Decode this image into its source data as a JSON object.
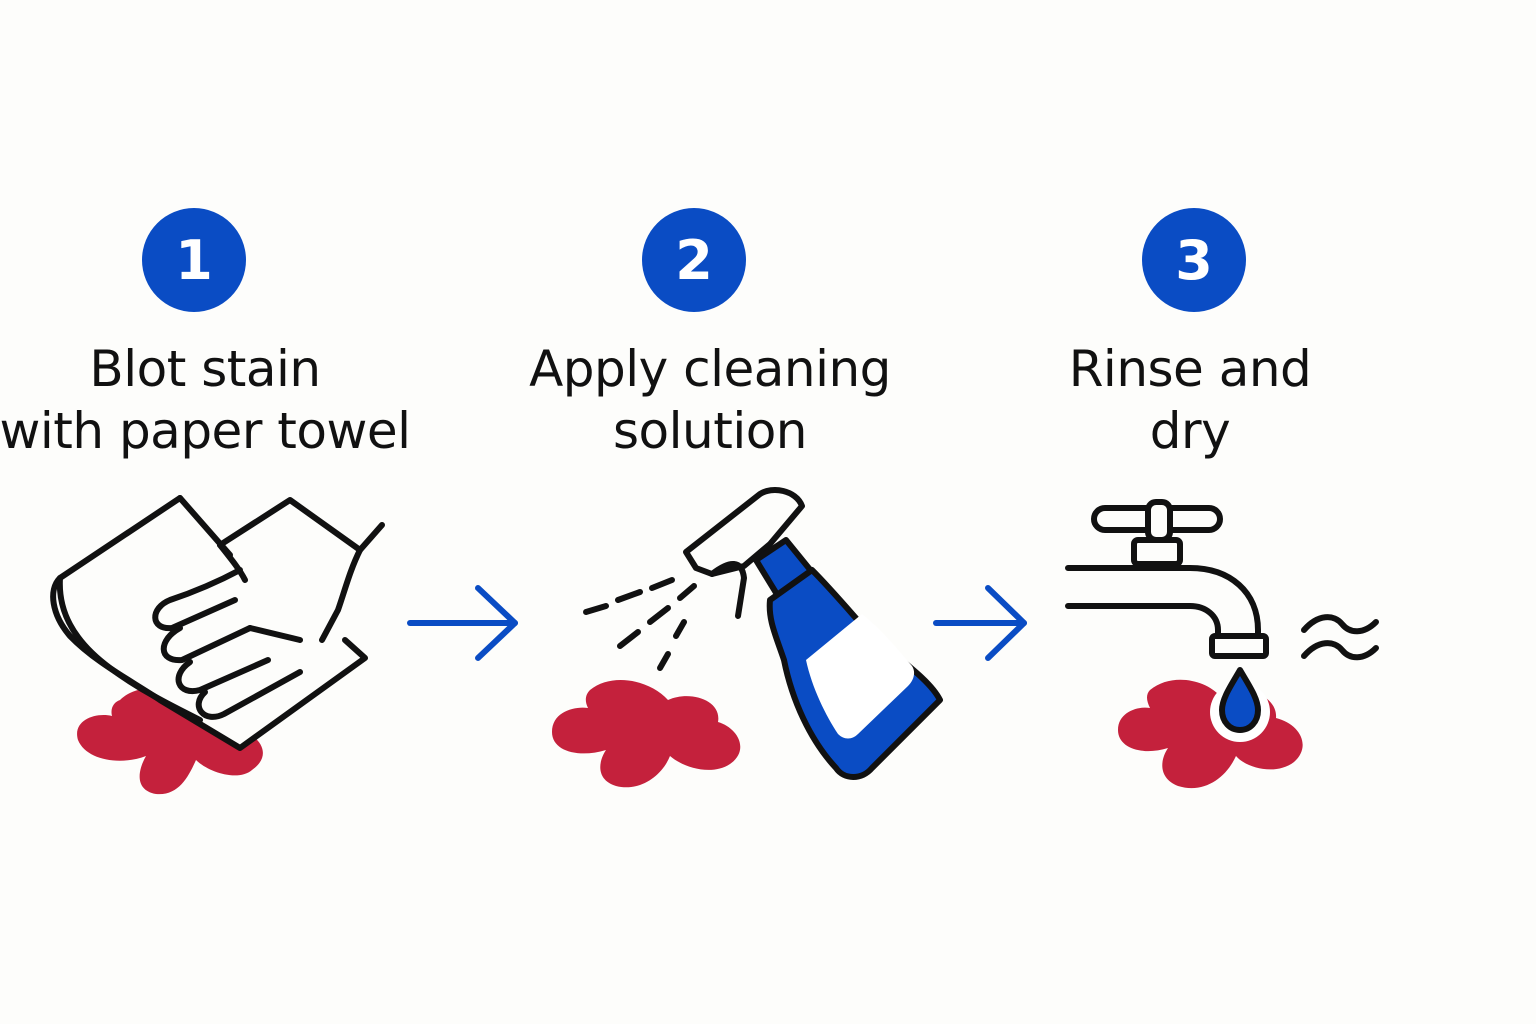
{
  "colors": {
    "accent": "#0a4cc4",
    "stain": "#c4213c",
    "outline": "#111111",
    "background": "#fdfdfb"
  },
  "steps": [
    {
      "number": "1",
      "title": "Blot stain\nwith paper towel",
      "icon": "hand-blotting-paper-towel-icon"
    },
    {
      "number": "2",
      "title": "Apply cleaning\nsolution",
      "icon": "spray-bottle-icon"
    },
    {
      "number": "3",
      "title": "Rinse and\ndry",
      "icon": "faucet-water-drop-icon"
    }
  ],
  "connectors": [
    "arrow-right-icon",
    "arrow-right-icon"
  ]
}
